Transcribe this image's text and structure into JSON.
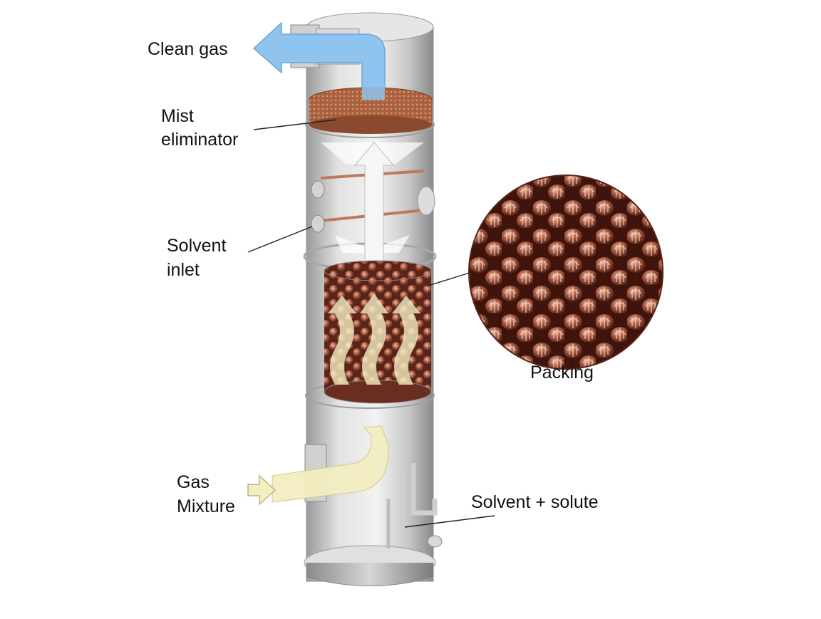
{
  "labels": {
    "clean_gas": "Clean gas",
    "mist_eliminator_line1": "Mist",
    "mist_eliminator_line2": "eliminator",
    "solvent_inlet_line1": "Solvent",
    "solvent_inlet_line2": "inlet",
    "packing": "Packing",
    "gas_mixture_line1": "Gas",
    "gas_mixture_line2": "Mixture",
    "solvent_solute": "Solvent + solute"
  },
  "icons": {
    "clean_gas_arrow": "arrow-left-icon",
    "gas_inlet_arrow": "arrow-right-icon",
    "internal_flow_arrow": "arrow-up-icon"
  },
  "colors": {
    "column_steel": "#c9c9c9",
    "packing_copper": "#9a4a34",
    "clean_gas_flow": "#8fc4ef",
    "gas_mixture_flow": "#f3eec0",
    "mist_pad": "#b06c4a"
  }
}
